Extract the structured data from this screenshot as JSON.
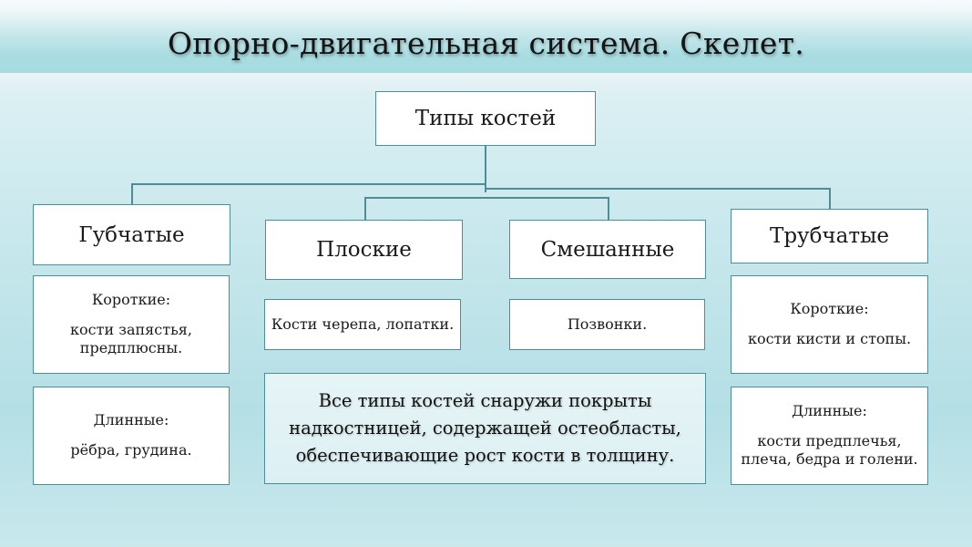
{
  "title": "Опорно-двигательная система. Скелет.",
  "root": "Типы костей",
  "categories": [
    {
      "name": "Губчатые",
      "details": [
        {
          "label": "Короткие:",
          "lines": [
            "кости запястья,",
            "предплюсны."
          ]
        },
        {
          "label": "Длинные:",
          "lines": [
            "рёбра, грудина."
          ]
        }
      ]
    },
    {
      "name": "Плоские",
      "details": [
        {
          "label": "",
          "lines": [
            "Кости черепа, лопатки."
          ]
        }
      ]
    },
    {
      "name": "Смешанные",
      "details": [
        {
          "label": "",
          "lines": [
            "Позвонки."
          ]
        }
      ]
    },
    {
      "name": "Трубчатые",
      "details": [
        {
          "label": "Короткие:",
          "lines": [
            "кости кисти и стопы."
          ]
        },
        {
          "label": "Длинные:",
          "lines": [
            "кости предплечья,",
            "плеча, бедра и голени."
          ]
        }
      ]
    }
  ],
  "note": [
    "Все типы костей снаружи покрыты",
    "надкостницей, содержащей остеобласты,",
    "обеспечивающие рост кости в толщину."
  ],
  "colors": {
    "border": "#4f8d96",
    "box": "#ffffff",
    "accent": "#a6dbe0"
  }
}
